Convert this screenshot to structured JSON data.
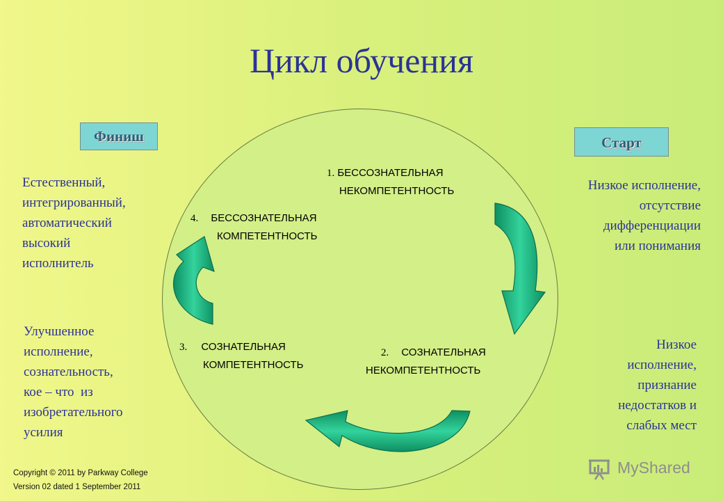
{
  "title": "Цикл обучения",
  "badges": {
    "finish": "Финиш",
    "start": "Старт"
  },
  "stages": [
    {
      "number": "1.",
      "line1": "БЕССОЗНАТЕЛЬНАЯ",
      "line2": "НЕКОМПЕТЕНТНОСТЬ"
    },
    {
      "number": "2.",
      "line1": "СОЗНАТЕЛЬНАЯ",
      "line2": "НЕКОМПЕТЕНТНОСТЬ"
    },
    {
      "number": "3.",
      "line1": "СОЗНАТЕЛЬНАЯ",
      "line2": "КОМПЕТЕНТНОСТЬ"
    },
    {
      "number": "4.",
      "line1": "БЕССОЗНАТЕЛЬНАЯ",
      "line2": "КОМПЕТЕНТНОСТЬ"
    }
  ],
  "descriptions": {
    "finish_top": [
      "Естественный,",
      "интегрированный,",
      "автоматический",
      "высокий",
      "исполнитель"
    ],
    "finish_bottom": [
      "Улучшенное",
      "исполнение,",
      "сознательность,",
      "кое – что  из",
      "изобретательного",
      "усилия"
    ],
    "start_top": [
      "Низкое исполнение,",
      "отсутствие",
      "дифференциации",
      "или понимания"
    ],
    "start_bottom": [
      "Низкое",
      "исполнение,",
      "признание",
      "недостатков и",
      "слабых мест"
    ]
  },
  "copyright": {
    "line1": "Copyright © 2011 by Parkway College",
    "line2": "Version 02 dated 1 September 2011"
  },
  "logo": {
    "text": "MyShared"
  },
  "colors": {
    "title": "#2b3396",
    "arrow": "#1ab07e",
    "badge": "#7ed6d4"
  }
}
